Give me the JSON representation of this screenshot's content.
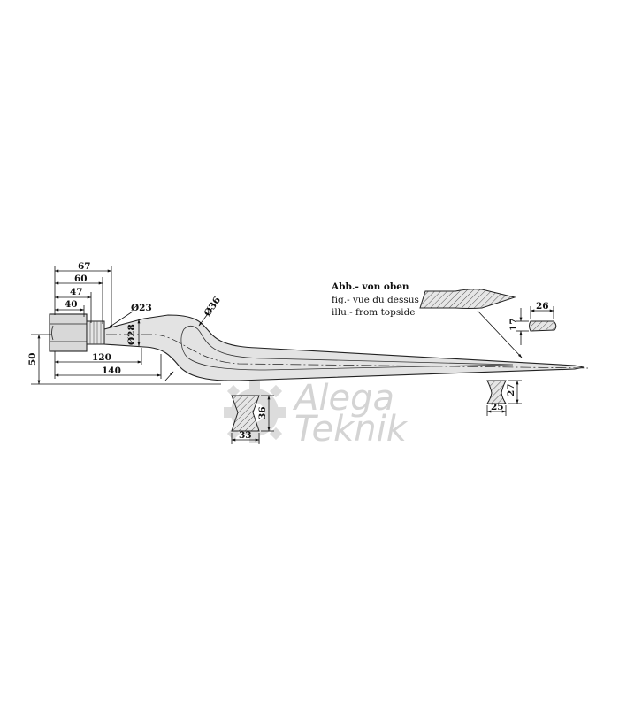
{
  "watermark": {
    "line1": "Alega",
    "line2": "Teknik"
  },
  "note": {
    "de": "Abb.- von oben",
    "fr": "fig.- vue du dessus",
    "en": "illu.- from topside"
  },
  "dimensions": {
    "d67": "67",
    "d60": "60",
    "d47": "47",
    "d40": "40",
    "d23": "Ø23",
    "d28": "Ø28",
    "d36": "Ø36",
    "d120": "120",
    "d140": "140",
    "d50": "50",
    "sec1_h": "36",
    "sec1_w": "33",
    "sec2_h": "27",
    "sec2_w": "25",
    "sec3_h": "17",
    "sec3_w": "26"
  },
  "colors": {
    "part_fill": "#e3e3e3",
    "watermark": "#d4d4d4",
    "line": "#111111"
  }
}
